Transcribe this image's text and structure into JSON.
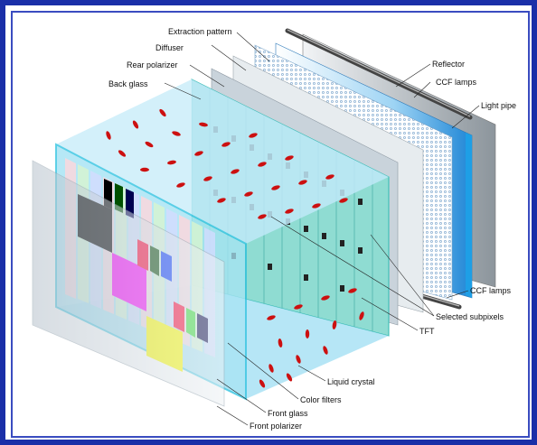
{
  "frame": {
    "border_color": "#1a2fa8",
    "background": "#ffffff"
  },
  "labels": {
    "extraction_pattern": "Extraction pattern",
    "diffuser": "Diffuser",
    "rear_polarizer": "Rear polarizer",
    "back_glass": "Back glass",
    "reflector": "Reflector",
    "ccf_lamps_top": "CCF lamps",
    "light_pipe": "Light pipe",
    "ccf_lamps_bottom": "CCF lamps",
    "selected_subpixels": "Selected subpixels",
    "tft": "TFT",
    "liquid_crystal": "Liquid crystal",
    "color_filters": "Color filters",
    "front_glass": "Front glass",
    "front_polarizer": "Front polarizer"
  },
  "colors": {
    "glass": "#a8e4f4",
    "glass_edge": "#2ec3e0",
    "crystal": "#cc1010",
    "polarizer": "#dce3e8",
    "tft_panel": "#7fd8d0",
    "lamp": "#555555",
    "light_pipe": "#3aa8e8",
    "subpixel_black": "#000000",
    "subpixel_magenta": "#ff00ff",
    "subpixel_yellow": "#ffff00"
  }
}
